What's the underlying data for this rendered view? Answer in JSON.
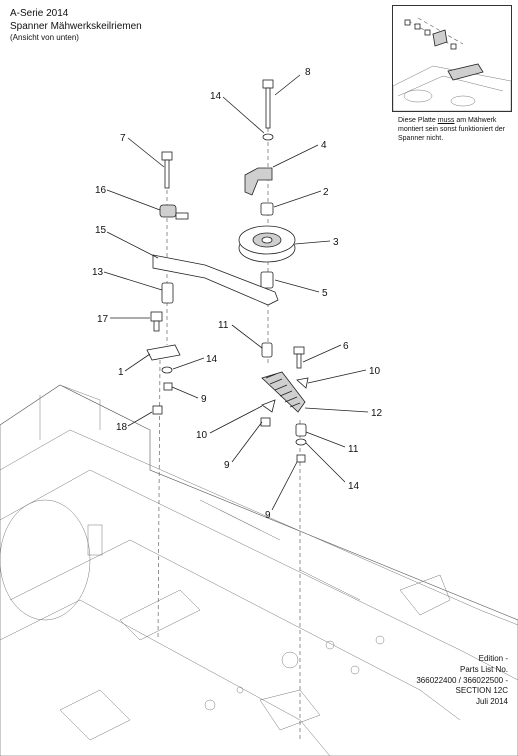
{
  "header": {
    "series": "A-Serie 2014",
    "title": "Spanner Mähwerkskeilriemen",
    "subtitle": "(Ansicht von unten)"
  },
  "inset_note": {
    "before": "Diese Platte ",
    "emphasis": "muss",
    "after": " am Mähwerk montiert sein sonst funktioniert der Spanner nicht."
  },
  "callouts": {
    "c1": "1",
    "c2": "2",
    "c3": "3",
    "c4": "4",
    "c5": "5",
    "c6": "6",
    "c7": "7",
    "c8": "8",
    "c9a": "9",
    "c9b": "9",
    "c9c": "9",
    "c10a": "10",
    "c10b": "10",
    "c11a": "11",
    "c11b": "11",
    "c12": "12",
    "c13": "13",
    "c14a": "14",
    "c14b": "14",
    "c14c": "14",
    "c15": "15",
    "c16": "16",
    "c17": "17",
    "c18": "18"
  },
  "footer": {
    "edition": "Edition -",
    "parts_list": "Parts List No.",
    "numbers": "366022400 / 366022500 -",
    "section": "SECTION 12C",
    "date": "Juli 2014"
  }
}
